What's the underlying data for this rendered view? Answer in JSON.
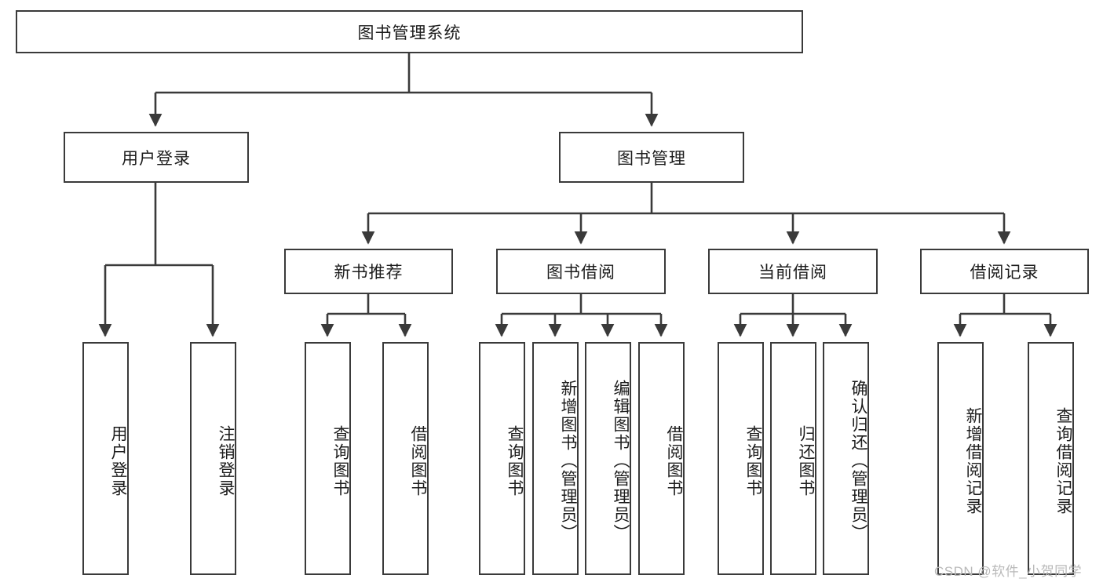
{
  "diagram": {
    "title": "图书管理系统",
    "type": "tree-hierarchy-diagram",
    "colors": {
      "box_border": "#3a3a3a",
      "box_fill": "#ffffff",
      "connector": "#3a3a3a",
      "text": "#1c1c1c",
      "watermark": "#b9b9b9",
      "background": "#ffffff"
    },
    "root": {
      "label": "图书管理系统"
    },
    "level2": [
      {
        "label": "用户登录"
      },
      {
        "label": "图书管理"
      }
    ],
    "level3": [
      {
        "label": "新书推荐"
      },
      {
        "label": "图书借阅"
      },
      {
        "label": "当前借阅"
      },
      {
        "label": "借阅记录"
      }
    ],
    "leaves": {
      "user_login": [
        {
          "label": "用户登录"
        },
        {
          "label": "注销登录"
        }
      ],
      "new_book_recommend": [
        {
          "label": "查询图书"
        },
        {
          "label": "借阅图书"
        }
      ],
      "book_borrow": [
        {
          "label": "查询图书"
        },
        {
          "label": "新增图书（管理员）"
        },
        {
          "label": "编辑图书（管理员）"
        },
        {
          "label": "借阅图书"
        }
      ],
      "current_borrow": [
        {
          "label": "查询图书"
        },
        {
          "label": "归还图书"
        },
        {
          "label": "确认归还（管理员）"
        }
      ],
      "borrow_record": [
        {
          "label": "新增借阅记录"
        },
        {
          "label": "查询借阅记录"
        }
      ]
    },
    "watermark": "CSDN @软件_小贺同学"
  }
}
